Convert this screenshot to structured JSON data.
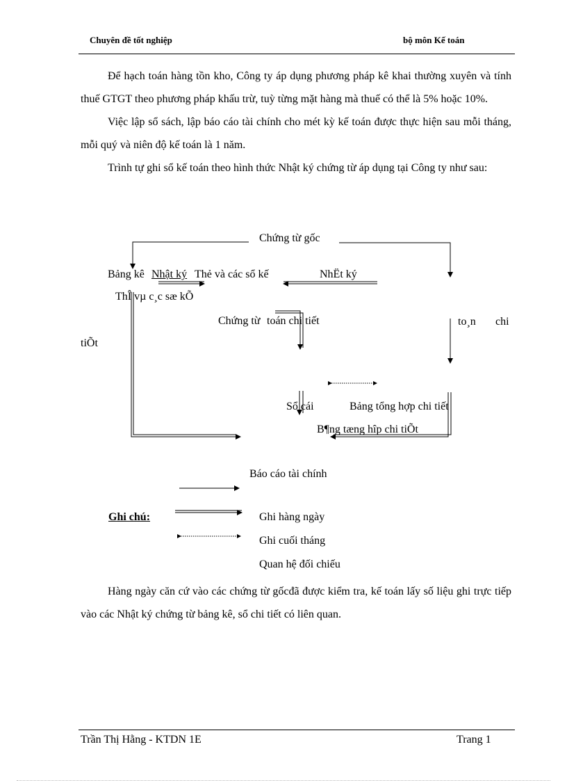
{
  "header": {
    "left": "Chuyên  đề tốt nghiệp",
    "right": "bộ môn  Kế toán"
  },
  "paragraphs": [
    "Để hạch toán hàng tồn kho, Công ty áp dụng phương pháp kê khai thường xuyên và tính thuế GTGT theo phương pháp khấu trừ, tuỳ từng mặt hàng mà thuế có thể là 5% hoặc 10%.",
    "Việc lập sổ sách, lập báo cáo tài chính cho mét kỳ kế toán được thực hiện sau mỗi tháng, mỗi quý và niên độ kế toán là 1 năm.",
    "Trình tự ghi sổ kế toán theo hình thức Nhật ký chứng từ áp dụng tại Công ty như sau:"
  ],
  "diagram": {
    "chung_tu_goc": "Chứng từ gốc",
    "bang_ke": "Bảng kê",
    "nhat_ky": "Nhật ký",
    "the_va_cac_so": "Thẻ và các sổ kế",
    "nhat_ky_garbled": "NhËt ký",
    "the_garbled": "ThÎ vµ c¸c sæ kÕ",
    "chung_tu": "Chứng từ",
    "toan_chi_tiet": "toán chi tiết",
    "to_n": "to¸n",
    "chi": "chi",
    "tiet_garbled": "tiÕt",
    "so_cai": "Sổ cái",
    "bang_tong_hop": "Bảng tổng hợp chi tiết",
    "bang_tong_hop_garbled": "B¶ng tæng hîp chi tiÕt",
    "bao_cao": "Báo cáo tài chính"
  },
  "legend": {
    "title": "Ghi chú:",
    "items": [
      "Ghi hàng ngày",
      "Ghi cuối tháng",
      "Quan hệ đối chiếu"
    ]
  },
  "closing_paragraph": "Hàng ngày căn cứ vào các chứng từ gốcđã được kiểm tra, kế toán lấy số liệu ghi trực tiếp vào các Nhật ký chứng từ bảng kê, sổ chi tiết có liên quan.",
  "footer": {
    "left": "Trần Thị Hằng - KTDN 1E",
    "right": "Trang 1"
  }
}
